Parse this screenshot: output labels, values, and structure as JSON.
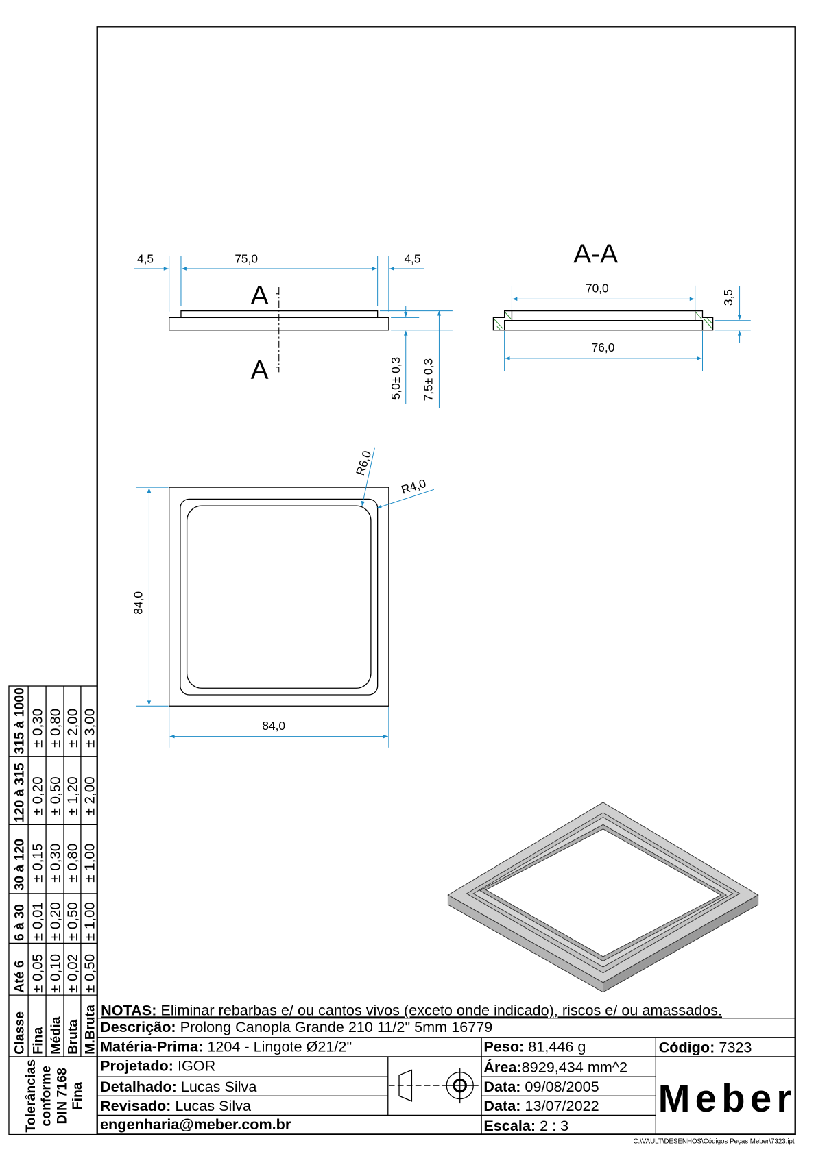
{
  "drawing": {
    "front_view": {
      "section_label_top": "A",
      "section_label_bottom": "A",
      "dim_left": "4,5",
      "dim_center": "75,0",
      "dim_right": "4,5",
      "dim_height_1": "5,0± 0,3",
      "dim_height_2": "7,5± 0,3"
    },
    "section_view": {
      "title": "A-A",
      "dim_top": "70,0",
      "dim_bottom": "76,0",
      "dim_step": "3,5"
    },
    "top_view": {
      "radius_1": "R6,0",
      "radius_2": "R4,0",
      "dim_height": "84,0",
      "dim_width": "84,0"
    }
  },
  "tolerances": {
    "title_lines": [
      "Tolerâncias",
      "conforme",
      "DIN 7168",
      "Fina"
    ],
    "header": "Classe",
    "classes": [
      "Fina",
      "Média",
      "Bruta",
      "M.Bruta"
    ],
    "ranges": [
      {
        "label": "Até 6",
        "values": [
          "± 0,05",
          "± 0,10",
          "± 0,02",
          "± 0,50"
        ]
      },
      {
        "label": "6 à 30",
        "values": [
          "± 0,01",
          "± 0,20",
          "± 0,50",
          "± 1,00"
        ]
      },
      {
        "label": "30 à 120",
        "values": [
          "± 0,15",
          "± 0,30",
          "± 0,80",
          "± 1,00"
        ]
      },
      {
        "label": "120 à 315",
        "values": [
          "± 0,20",
          "± 0,50",
          "± 1,20",
          "± 2,00"
        ]
      },
      {
        "label": "315 à 1000",
        "values": [
          "± 0,30",
          "± 0,80",
          "± 2,00",
          "± 3,00"
        ]
      }
    ]
  },
  "title_block": {
    "notes_label": "NOTAS:",
    "notes_text": " Eliminar rebarbas e/ ou cantos vivos (exceto onde indicado), riscos e/ ou amassados.",
    "descricao_label": "Descrição:",
    "descricao": " Prolong Canopla Grande 210 11/2\" 5mm 16779",
    "materia_label": "Matéria-Prima:",
    "materia": " 1204 - Lingote Ø21/2\"",
    "peso_label": "Peso:",
    "peso": " 81,446 g",
    "codigo_label": "Código:",
    "codigo": " 7323",
    "projetado_label": "Projetado:",
    "projetado": " IGOR",
    "detalhado_label": "Detalhado:",
    "detalhado": " Lucas Silva",
    "revisado_label": "Revisado:",
    "revisado": " Lucas Silva",
    "email": "engenharia@meber.com.br",
    "area_label": "Área:",
    "area": "8929,434 mm^2",
    "data1_label": "Data:",
    "data1": " 09/08/2005",
    "data2_label": "Data:",
    "data2": " 13/07/2022",
    "escala_label": "Escala:",
    "escala": " 2 : 3",
    "logo": "Meber",
    "file_path": "C:\\VAULT\\DESENHOS\\Códigos Peças Meber\\7323.ipt"
  },
  "colors": {
    "dimension": "#1a8ac6",
    "hatch": "#2a8a2a",
    "iso_face": "#c8c8c8"
  }
}
